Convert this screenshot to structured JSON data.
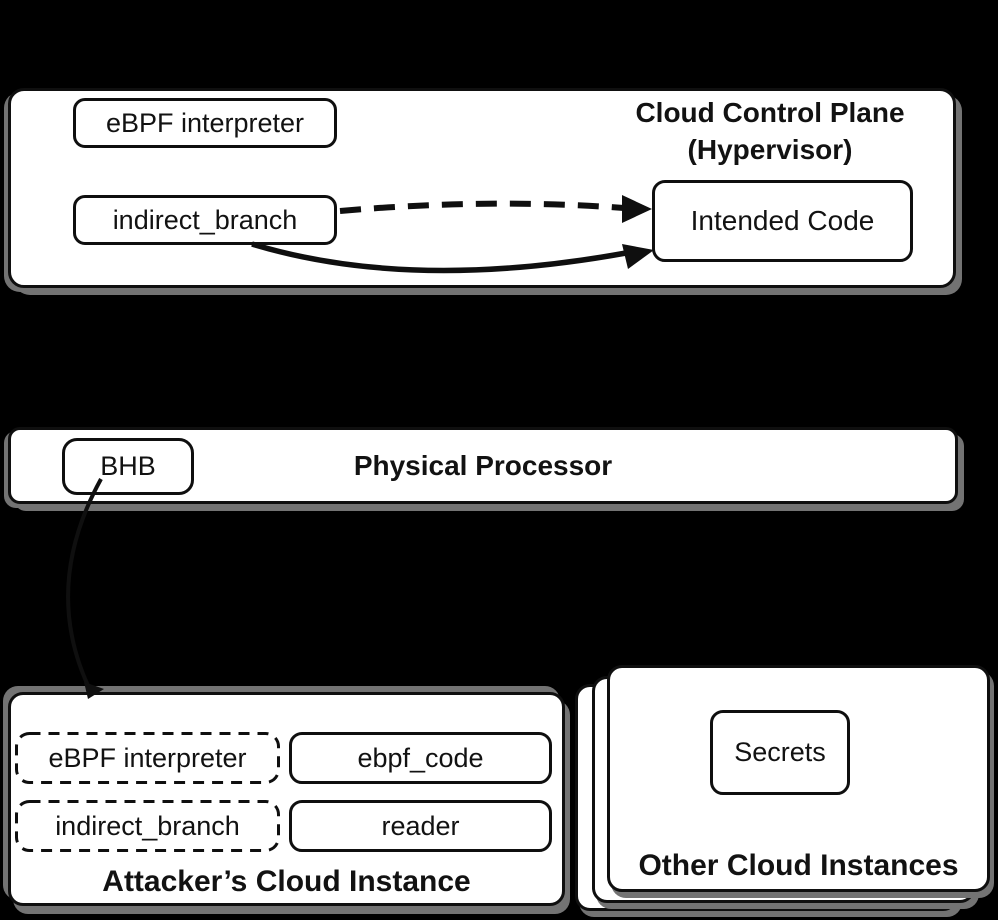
{
  "diagram": {
    "hypervisor": {
      "title_line1": "Cloud Control Plane",
      "title_line2": "(Hypervisor)",
      "ebpf_interpreter": "eBPF interpreter",
      "indirect_branch": "indirect_branch",
      "intended_code": "Intended Code"
    },
    "processor": {
      "title": "Physical Processor",
      "bhb": "BHB"
    },
    "attacker": {
      "title": "Attacker’s Cloud Instance",
      "ebpf_interpreter": "eBPF interpreter",
      "ebpf_code": "ebpf_code",
      "indirect_branch": "indirect_branch",
      "reader": "reader"
    },
    "other_instances": {
      "title": "Other Cloud Instances",
      "secrets": "Secrets"
    },
    "arrows": {
      "speculative_path": "dashed-arrow-indirect-branch-to-intended-code",
      "architectural_path": "solid-arrow-indirect-branch-to-intended-code",
      "bhb_training_path": "curved-arrow-between-bhb-and-attacker-instance"
    }
  },
  "colors": {
    "background": "#000000",
    "box_fill": "#ffffff",
    "line": "#0f0f0f",
    "shadow": "#737373"
  }
}
